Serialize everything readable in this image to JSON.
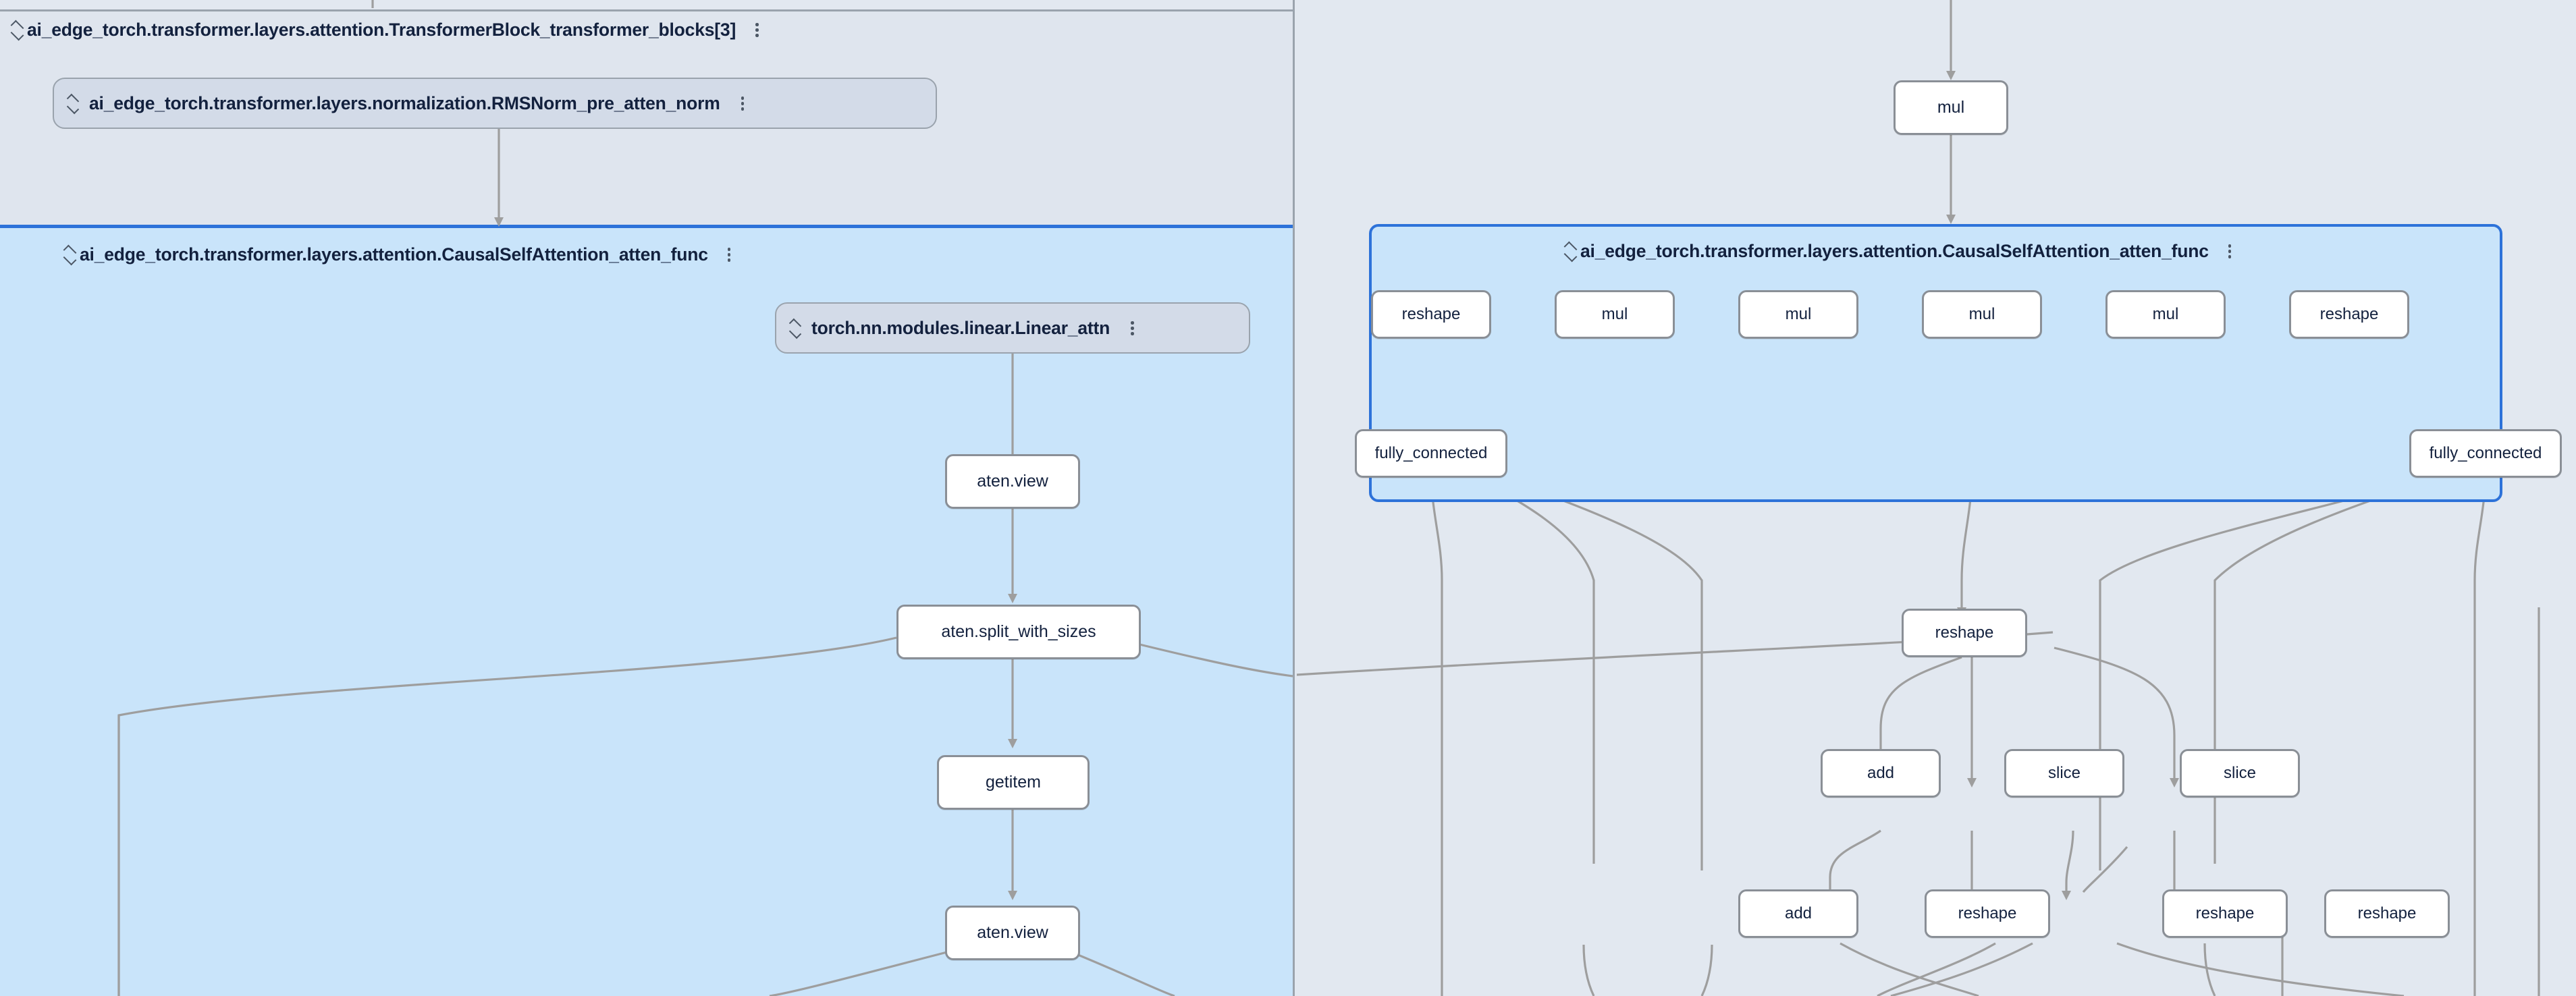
{
  "app": {
    "kind": "model-graph-visualizer",
    "layout": "two-pane-split"
  },
  "colors": {
    "canvas_bg": "#e2e8f0",
    "group_bg": "#dfe5ee",
    "selected_group_bg": "#c9e4fa",
    "selected_group_border": "#2d72d9",
    "node_bg": "#ffffff",
    "node_border": "#8a8f96",
    "edge": "#9e9e9e",
    "text": "#13213e",
    "pill_bg": "#d3dbe8",
    "pill_border": "#9aa3ad",
    "divider": "#9aa3ad"
  },
  "left_pane": {
    "group": {
      "title": "ai_edge_torch.transformer.layers.attention.TransformerBlock_transformer_blocks[3]",
      "collapse_icon": "collapse-chevrons-icon",
      "menu_icon": "kebab-menu-icon"
    },
    "module_pill": {
      "title": "ai_edge_torch.transformer.layers.normalization.RMSNorm_pre_atten_norm",
      "expand_icon": "expand-chevrons-icon",
      "menu_icon": "kebab-menu-icon"
    },
    "attention_group": {
      "title": "ai_edge_torch.transformer.layers.attention.CausalSelfAttention_atten_func",
      "collapse_icon": "collapse-chevrons-icon",
      "menu_icon": "kebab-menu-icon"
    },
    "linear_pill": {
      "title": "torch.nn.modules.linear.Linear_attn",
      "expand_icon": "expand-chevrons-icon",
      "menu_icon": "kebab-menu-icon"
    },
    "nodes": [
      {
        "id": "l-view-1",
        "label": "aten.view"
      },
      {
        "id": "l-split",
        "label": "aten.split_with_sizes"
      },
      {
        "id": "l-getitem",
        "label": "getitem"
      },
      {
        "id": "l-view-2",
        "label": "aten.view"
      }
    ]
  },
  "right_pane": {
    "top_node": {
      "id": "r-mul-top",
      "label": "mul"
    },
    "attention_group": {
      "title": "ai_edge_torch.transformer.layers.attention.CausalSelfAttention_atten_func",
      "collapse_icon": "collapse-chevrons-icon",
      "menu_icon": "kebab-menu-icon"
    },
    "group_row_nodes": [
      {
        "id": "r-reshape-a",
        "label": "reshape"
      },
      {
        "id": "r-mul-1",
        "label": "mul"
      },
      {
        "id": "r-mul-2",
        "label": "mul"
      },
      {
        "id": "r-mul-3",
        "label": "mul"
      },
      {
        "id": "r-mul-4",
        "label": "mul"
      },
      {
        "id": "r-reshape-b",
        "label": "reshape"
      }
    ],
    "group_fc_nodes": [
      {
        "id": "r-fc-1",
        "label": "fully_connected"
      },
      {
        "id": "r-fc-2",
        "label": "fully_connected"
      }
    ],
    "below_nodes_row1": [
      {
        "id": "r-reshape-c",
        "label": "reshape"
      }
    ],
    "below_nodes_row2": [
      {
        "id": "r-add-1",
        "label": "add"
      },
      {
        "id": "r-slice-1",
        "label": "slice"
      },
      {
        "id": "r-slice-2",
        "label": "slice"
      }
    ],
    "below_nodes_row3": [
      {
        "id": "r-add-2",
        "label": "add"
      },
      {
        "id": "r-reshape-d",
        "label": "reshape"
      },
      {
        "id": "r-reshape-e",
        "label": "reshape"
      },
      {
        "id": "r-reshape-f",
        "label": "reshape"
      }
    ]
  }
}
